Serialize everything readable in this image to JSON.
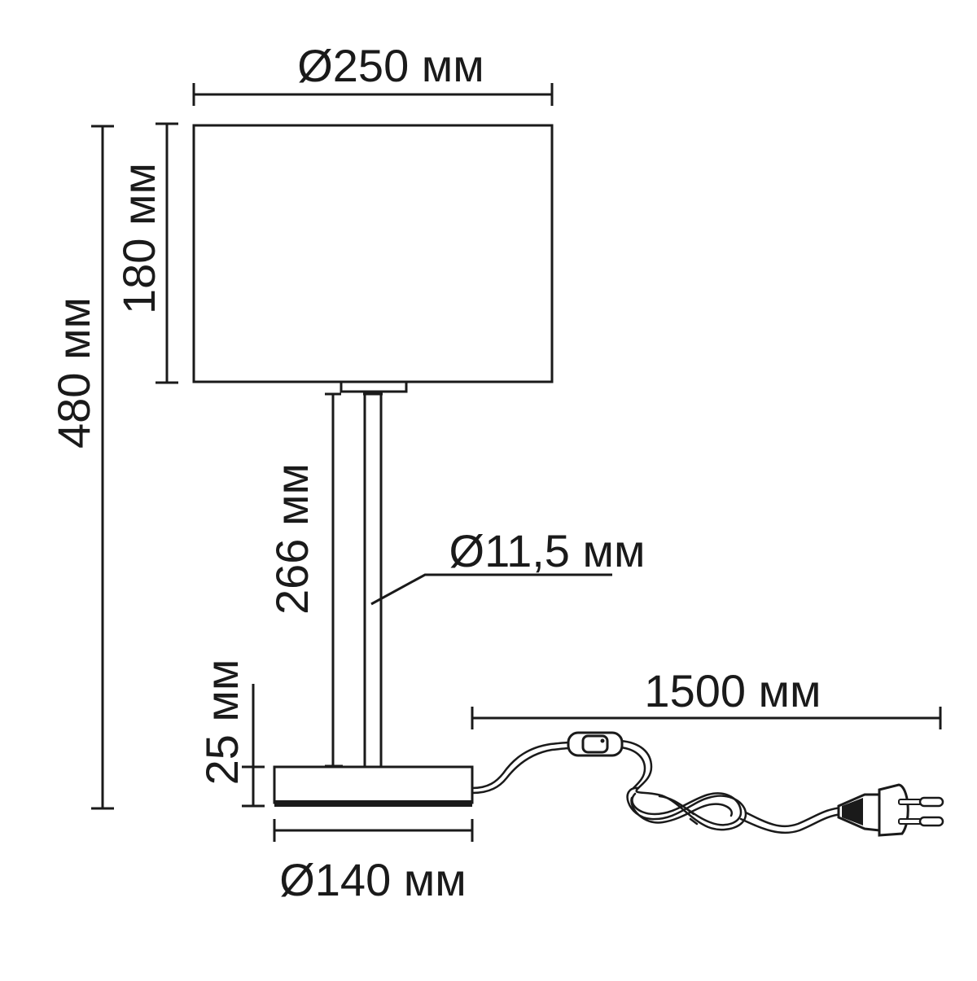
{
  "dimensions": {
    "shade_diameter": "Ø250 мм",
    "shade_height": "180 мм",
    "total_height": "480 мм",
    "stem_height": "266 мм",
    "stem_diameter": "Ø11,5 мм",
    "base_height": "25 мм",
    "base_diameter": "Ø140 мм",
    "cord_length": "1500 мм"
  },
  "colors": {
    "line": "#1a1a1a",
    "background": "#ffffff"
  }
}
